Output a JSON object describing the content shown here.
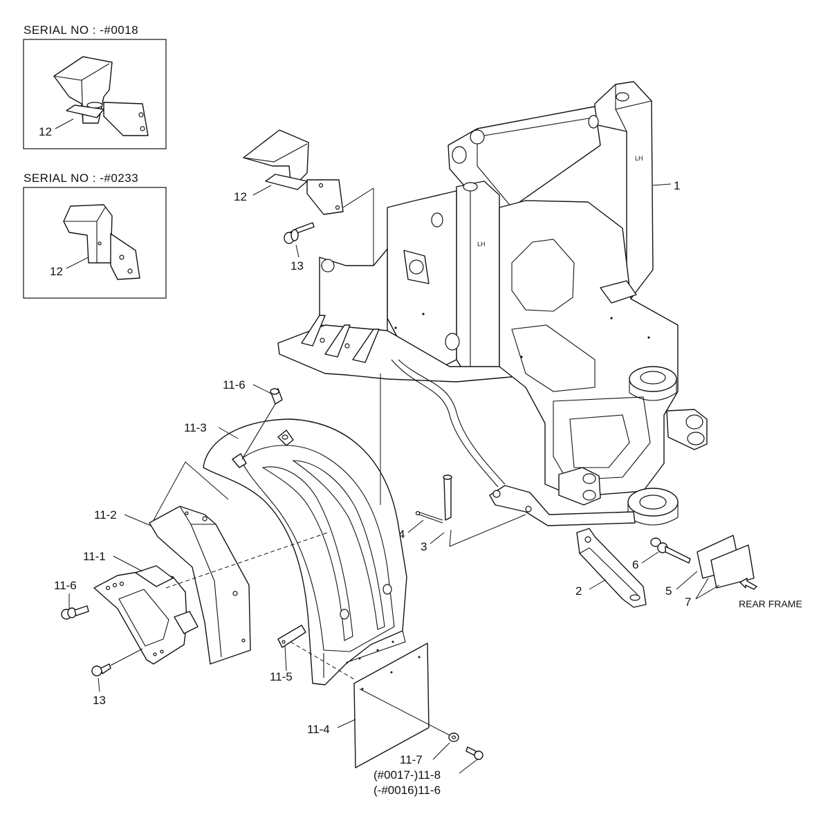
{
  "insets": [
    {
      "serial": "SERIAL NO : -#0018",
      "part_label": "12"
    },
    {
      "serial": "SERIAL NO : -#0233",
      "part_label": "12"
    }
  ],
  "callouts": {
    "p1": "1",
    "p2": "2",
    "p3": "3",
    "p4": "4",
    "p5": "5",
    "p6": "6",
    "p7": "7",
    "p12": "12",
    "p13_top": "13",
    "p13_bottom": "13",
    "p11_1": "11-1",
    "p11_2": "11-2",
    "p11_3": "11-3",
    "p11_4": "11-4",
    "p11_5": "11-5",
    "p11_6_top": "11-6",
    "p11_6_left": "11-6",
    "p11_7": "11-7",
    "p11_8_note": "(#0017-)11-8",
    "p11_6_note": "(-#0016)11-6"
  },
  "rear_frame_label": "REAR FRAME"
}
